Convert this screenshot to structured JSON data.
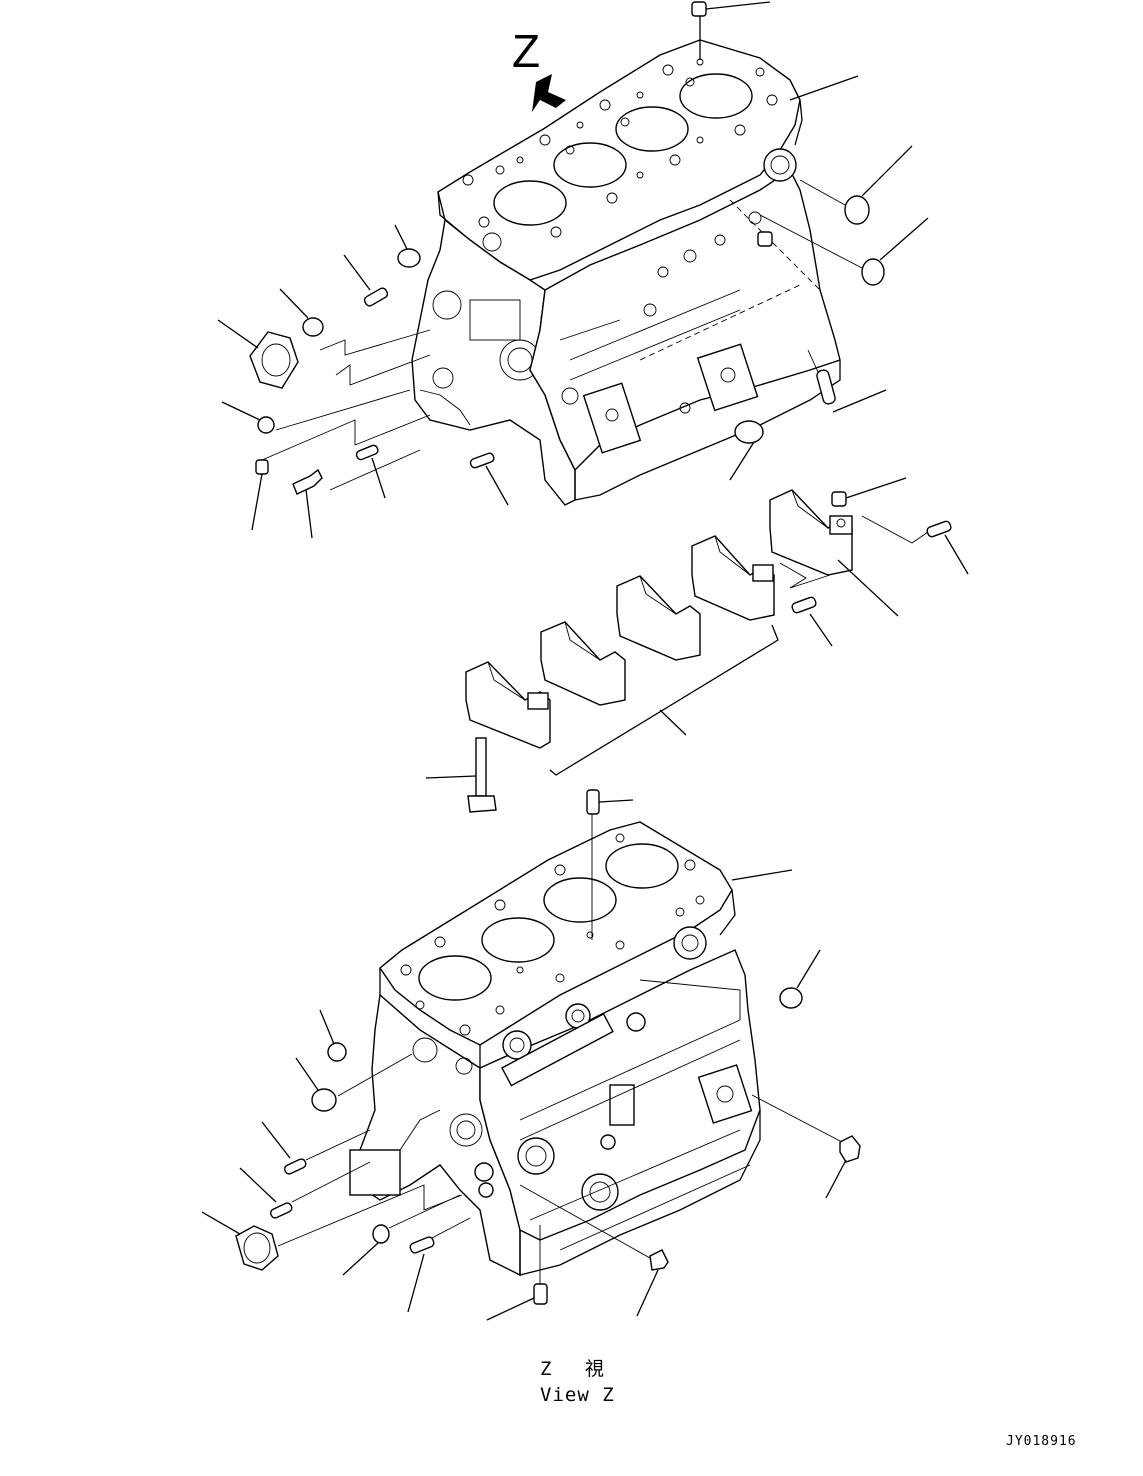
{
  "view_marker": "Z",
  "caption": {
    "line1": "Z　 視",
    "line2": "View Z"
  },
  "drawing_code": "JY018916"
}
